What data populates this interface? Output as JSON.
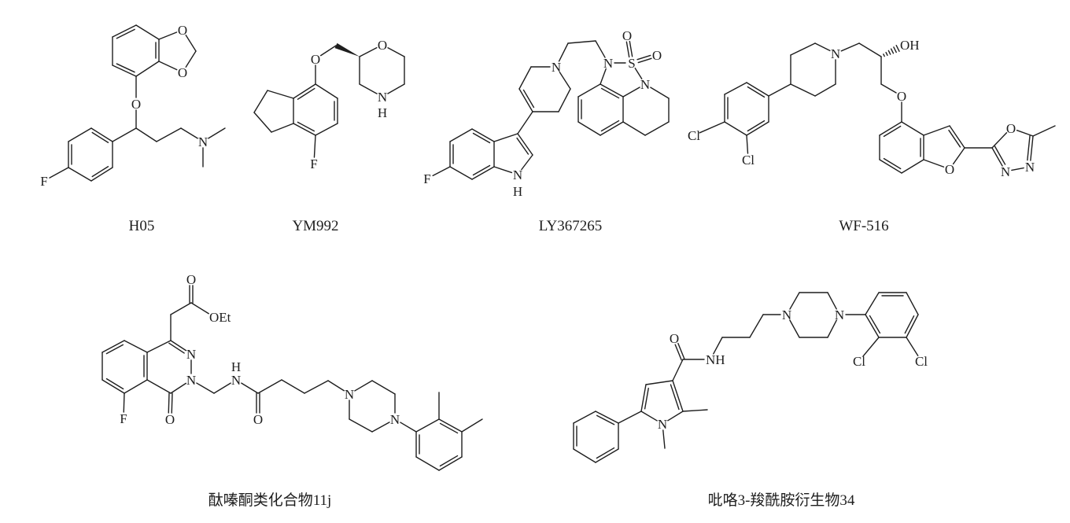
{
  "molecules": {
    "h05": {
      "caption": "H05",
      "atom_labels": [
        "O",
        "O",
        "O",
        "N",
        "F"
      ]
    },
    "ym992": {
      "caption": "YM992",
      "atom_labels": [
        "O",
        "O",
        "N",
        "H",
        "F"
      ]
    },
    "ly": {
      "caption": "LY367265",
      "atom_labels": [
        "F",
        "N",
        "H",
        "N",
        "N",
        "S",
        "O",
        "O",
        "N"
      ]
    },
    "wf": {
      "caption": "WF-516",
      "atom_labels": [
        "N",
        "Cl",
        "Cl",
        "OH",
        "O",
        "O",
        "O",
        "N",
        "N"
      ]
    },
    "pz": {
      "caption": "酞嗪酮类化合物11j",
      "atom_labels": [
        "F",
        "N",
        "N",
        "O",
        "O",
        "OEt",
        "N",
        "H",
        "O",
        "N",
        "N"
      ]
    },
    "py": {
      "caption": "吡咯3-羧酰胺衍生物34",
      "atom_labels": [
        "N",
        "O",
        "NH",
        "N",
        "N",
        "Cl",
        "Cl"
      ]
    }
  },
  "colors": {
    "ink": "#1e1e1e",
    "background": "#ffffff"
  }
}
